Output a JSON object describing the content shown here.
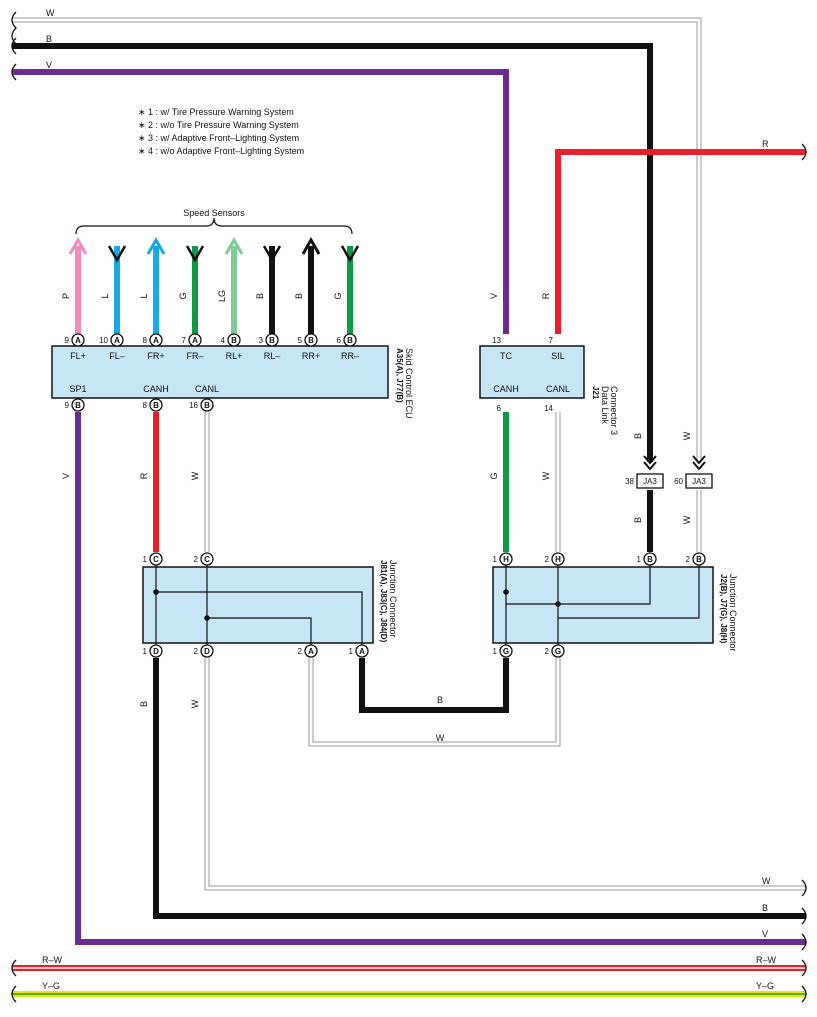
{
  "notes": [
    "∗ 1 : w/ Tire Pressure Warning System",
    "∗ 2 : w/o Tire Pressure Warning System",
    "∗ 3 : w/ Adaptive Front–Lighting System",
    "∗ 4 : w/o Adaptive Front–Lighting System"
  ],
  "colors": {
    "V": "#6a2c8e",
    "B": "#111111",
    "R": "#e8202a",
    "G": "#0f9a48",
    "P": "#f08cbd",
    "L": "#19a7e6",
    "LG": "#7dcc98",
    "Y": "#f2e400",
    "W": "#ffffff"
  },
  "speed_sensors": {
    "title": "Speed Sensors",
    "wires": [
      {
        "pin": "9",
        "conn": "A",
        "term": "FL+",
        "color": "P"
      },
      {
        "pin": "10",
        "conn": "A",
        "term": "FL–",
        "color": "L"
      },
      {
        "pin": "8",
        "conn": "A",
        "term": "FR+",
        "color": "L"
      },
      {
        "pin": "7",
        "conn": "A",
        "term": "FR–",
        "color": "G"
      },
      {
        "pin": "4",
        "conn": "B",
        "term": "RL+",
        "color": "LG"
      },
      {
        "pin": "3",
        "conn": "B",
        "term": "RL–",
        "color": "B"
      },
      {
        "pin": "5",
        "conn": "B",
        "term": "RR+",
        "color": "B"
      },
      {
        "pin": "6",
        "conn": "B",
        "term": "RR–",
        "color": "G"
      }
    ]
  },
  "ecu": {
    "code": "A35(A), J77(B)",
    "name": "Skid Control ECU",
    "bottom_pins": [
      {
        "pin": "9",
        "conn": "B",
        "term": "SP1",
        "color": "V"
      },
      {
        "pin": "8",
        "conn": "B",
        "term": "CANH",
        "color": "R"
      },
      {
        "pin": "16",
        "conn": "B",
        "term": "CANL",
        "color": "W"
      }
    ]
  },
  "dlc": {
    "code": "J21",
    "name1": "Data Link",
    "name2": "Connector 3",
    "top_pins": [
      {
        "pin": "13",
        "term": "TC",
        "color": "V"
      },
      {
        "pin": "7",
        "term": "SIL",
        "color": "R"
      }
    ],
    "bottom_pins": [
      {
        "pin": "6",
        "term": "CANH",
        "color": "G"
      },
      {
        "pin": "14",
        "term": "CANL",
        "color": "W"
      }
    ]
  },
  "jc_left": {
    "code": "J81(A), J83(C), J84(D)",
    "name": "Junction Connector",
    "top_pins": [
      {
        "pin": "1",
        "conn": "C"
      },
      {
        "pin": "2",
        "conn": "C"
      }
    ],
    "bottom_pins": [
      {
        "pin": "1",
        "conn": "D"
      },
      {
        "pin": "2",
        "conn": "D"
      },
      {
        "pin": "2",
        "conn": "A"
      },
      {
        "pin": "1",
        "conn": "A"
      }
    ]
  },
  "jc_right": {
    "code": "J2(B), J7(G), J8(H)",
    "name": "Junction Connector",
    "top_pins": [
      {
        "pin": "1",
        "conn": "H"
      },
      {
        "pin": "2",
        "conn": "H"
      },
      {
        "pin": "1",
        "conn": "B"
      },
      {
        "pin": "2",
        "conn": "B"
      }
    ],
    "bottom_pins": [
      {
        "pin": "1",
        "conn": "G"
      },
      {
        "pin": "2",
        "conn": "G"
      }
    ]
  },
  "ja3": [
    {
      "pin": "38",
      "name": "JA3",
      "color": "B"
    },
    {
      "pin": "60",
      "name": "JA3",
      "color": "W"
    }
  ],
  "wire_labels": {
    "top_w": "W",
    "top_b": "B",
    "top_v": "V",
    "red_r": "R",
    "dlc_v": "V",
    "dlc_r": "R",
    "sp1_v": "V",
    "canh_r": "R",
    "canl_w": "W",
    "dlc_canh_g": "G",
    "dlc_canl_w": "W",
    "ja3_in_b": "B",
    "ja3_in_w": "W",
    "ja3_out_b": "B",
    "ja3_out_w": "W",
    "jc_d1_b": "B",
    "jc_d2_w": "W",
    "bridge_b": "B",
    "bridge_w": "W",
    "bottom_w": "W",
    "bottom_b": "B",
    "bottom_v": "V",
    "rw_left": "R–W",
    "rw_right": "R–W",
    "yg_left": "Y–G",
    "yg_right": "Y–G"
  }
}
